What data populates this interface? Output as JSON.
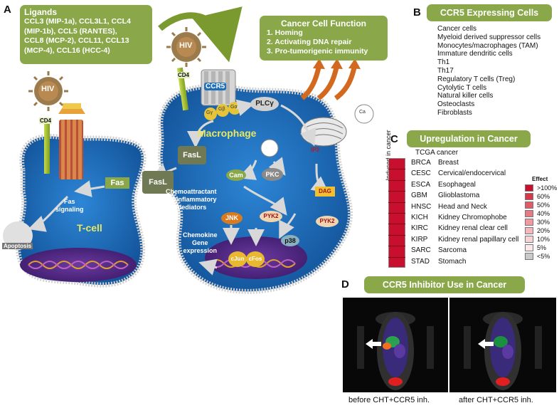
{
  "panels": {
    "a": "A",
    "b": "B",
    "c": "C",
    "d": "D"
  },
  "panel_a": {
    "ligands_title": "Ligands",
    "ligands_lines": [
      "CCL3 (MIP-1a), CCL3L1, CCL4",
      "(MIP-1b), CCL5 (RANTES),",
      "CCL8 (MCP-2), CCL11, CCL13",
      "(MCP-4), CCL16 (HCC-4)"
    ],
    "function_title": "Cancer Cell Function",
    "function_items": [
      "1.  Homing",
      "2.  Activating DNA repair",
      "3.  Pro-tumorigenic immunity"
    ],
    "hiv_label": "HIV",
    "cd4_label": "CD4",
    "ccr5_label": "CCR5",
    "tcell_label": "T-cell",
    "macrophage_label": "Macrophage",
    "fas_label": "Fas",
    "fasl_label": "FasL",
    "fas_signaling_label": "Fas\nsignaling",
    "apoptosis_label": "Apoptosis",
    "plcg_label": "PLCγ",
    "ca_label": "Ca",
    "cam_label": "Cam",
    "pkc_label": "PKC",
    "dag_label": "DAG",
    "ip3_label": "IP3",
    "pyk2_label": "PYK2",
    "jnk_label": "JNK",
    "p38_label": "p38",
    "cjun_label": "cJun",
    "cfos_label": "cFos",
    "gy_label": "Gγ",
    "gb_label": "Gβ",
    "ga_label": "Gα",
    "chemo_mediators": "Chemoattractant\nProinflammatory\nmediators",
    "chemokine_gene": "Chemokine\nGene\nexpression"
  },
  "panel_b": {
    "title": "CCR5 Expressing Cells",
    "items": [
      "Cancer cells",
      "Myeloid derived suppressor cells",
      "Monocytes/macrophages (TAM)",
      "Immature dendritic cells",
      "Th1",
      "Th17",
      "Regulatory T cells (Treg)",
      "Cytolytic T cells",
      "Natural killer cells",
      "Osteoclasts",
      "Fibroblasts"
    ]
  },
  "panel_c": {
    "title": "Upregulation in Cancer",
    "tcga_label": "TCGA cancer",
    "induced_label": "Induced in cancer",
    "rows": [
      {
        "abbr": "BRCA",
        "name": "Breast"
      },
      {
        "abbr": "CESC",
        "name": "Cervical/endocervical"
      },
      {
        "abbr": "ESCA",
        "name": "Esophageal"
      },
      {
        "abbr": "GBM",
        "name": "Glioblastoma"
      },
      {
        "abbr": "HNSC",
        "name": "Head and Neck"
      },
      {
        "abbr": "KICH",
        "name": "Kidney Chromophobe"
      },
      {
        "abbr": "KIRC",
        "name": "Kidney renal clear cell"
      },
      {
        "abbr": "KIRP",
        "name": "Kidney renal papillary cell"
      },
      {
        "abbr": "SARC",
        "name": "Sarcoma"
      },
      {
        "abbr": "STAD",
        "name": "Stomach"
      }
    ],
    "legend_title": "Effect",
    "legend": [
      {
        "label": ">100%",
        "color": "#c8102e"
      },
      {
        "label": "60%",
        "color": "#d6384a"
      },
      {
        "label": "50%",
        "color": "#e05a68"
      },
      {
        "label": "40%",
        "color": "#e87a85"
      },
      {
        "label": "30%",
        "color": "#ef9aa2"
      },
      {
        "label": "20%",
        "color": "#f4b8bd"
      },
      {
        "label": "10%",
        "color": "#f8d3d6"
      },
      {
        "label": "5%",
        "color": "#fbe6e8"
      },
      {
        "label": "<5%",
        "color": "#c9c9c9"
      }
    ]
  },
  "panel_d": {
    "title": "CCR5 Inhibitor Use in Cancer",
    "caption_before": "before CHT+CCR5 inh.",
    "caption_after": "after CHT+CCR5 inh."
  },
  "colors": {
    "green_box": "#8aa84a",
    "cell_blue": "#1f6fb8",
    "cell_border": "#c8c8c8",
    "orange_arrow": "#d2691e",
    "nucleus_purple": "#5a2a8a"
  }
}
